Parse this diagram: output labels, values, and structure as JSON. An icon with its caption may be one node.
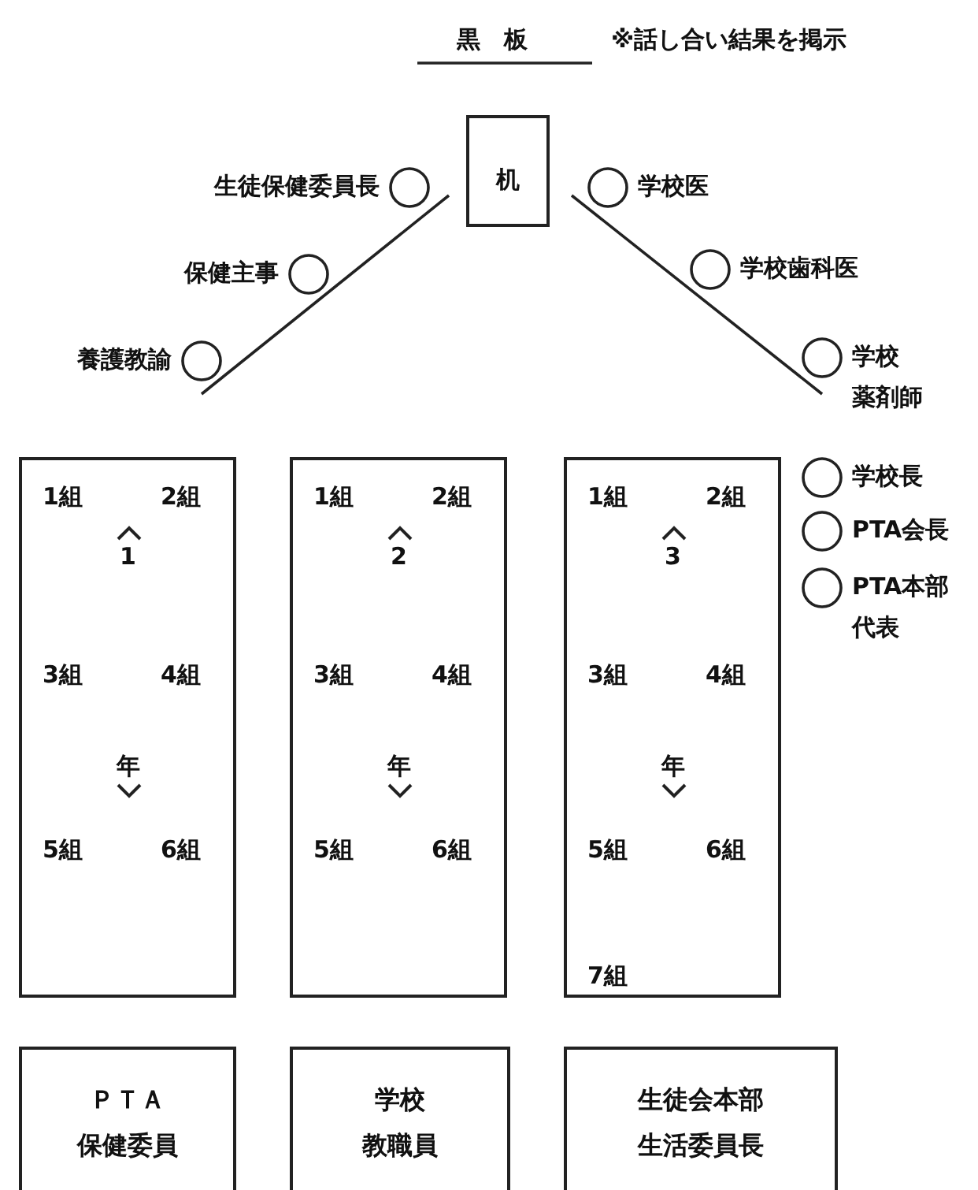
{
  "diagram": {
    "nodes": [
      {
        "text": [
          "机"
        ]
      },
      {
        "text": [
          "生徒保健委員長"
        ]
      },
      {
        "text": [
          "保健主事"
        ]
      },
      {
        "text": [
          "養護教諭"
        ]
      },
      {
        "text": [
          "学校医"
        ]
      },
      {
        "text": [
          "学校歯科医"
        ]
      },
      {
        "text": [
          "学校",
          "薬剤師"
        ]
      },
      {
        "text": [
          "1組",
          "2組",
          "1",
          "3組",
          "4組",
          "年",
          "5組",
          "6組"
        ]
      },
      {
        "text": [
          "1組",
          "2組",
          "2",
          "3組",
          "4組",
          "年",
          "5組",
          "6組"
        ]
      },
      {
        "text": [
          "1組",
          "2組",
          "3",
          "3組",
          "4組",
          "年",
          "5組",
          "6組",
          "7組"
        ]
      },
      {
        "text": [
          "学校長"
        ]
      },
      {
        "text": [
          "PTA会長"
        ]
      },
      {
        "text": [
          "PTA本部",
          "代表"
        ]
      },
      {
        "text": [
          "ＰＴＡ",
          "保健委員"
        ]
      },
      {
        "text": [
          "学校",
          "教職員"
        ]
      },
      {
        "text": [
          "生徒会本部",
          "生活委員長"
        ]
      }
    ],
    "labels": [
      "黒　板",
      "※話し合い結果を掲示"
    ]
  }
}
